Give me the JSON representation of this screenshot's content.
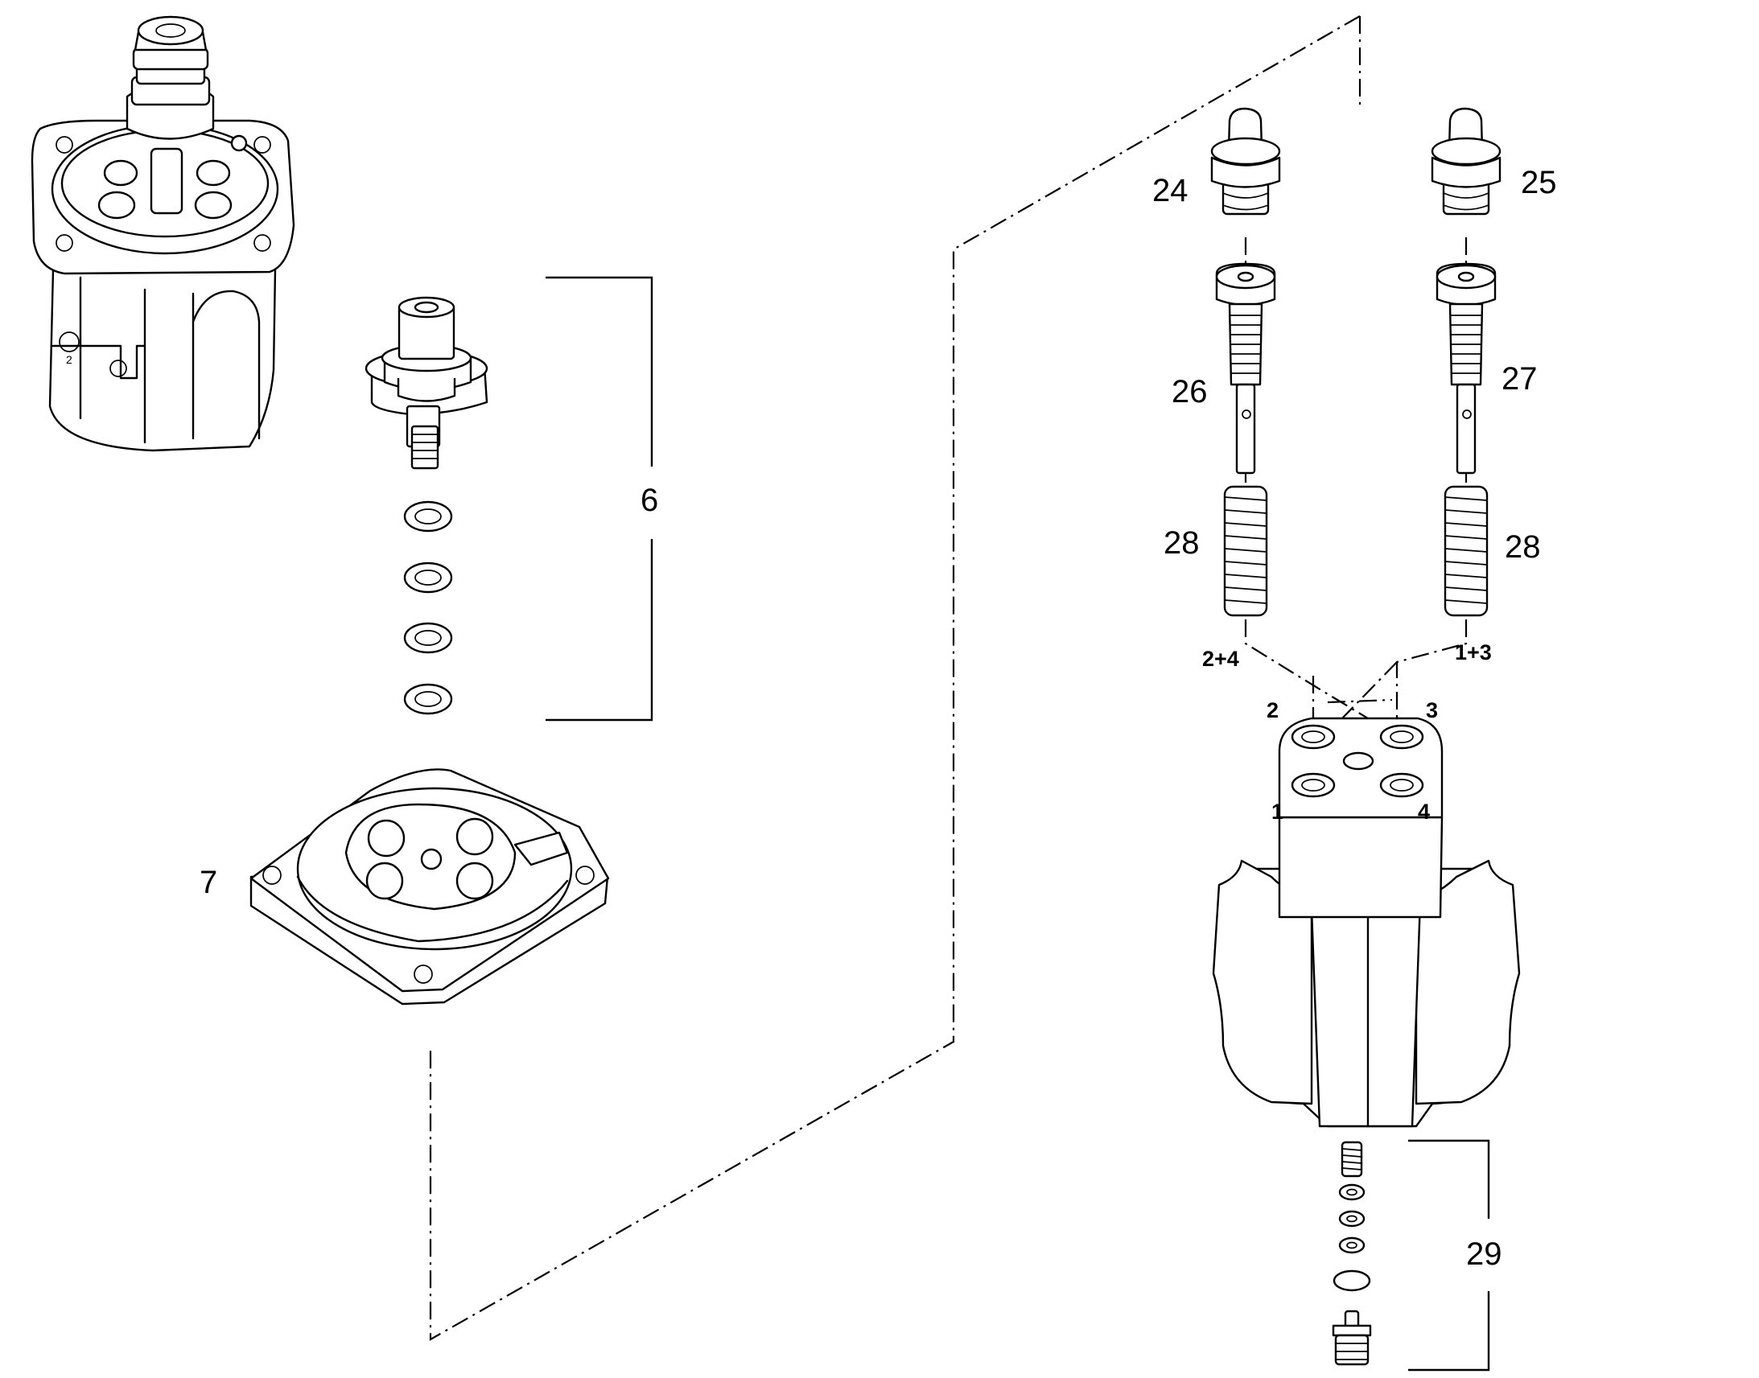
{
  "callouts": {
    "c6": "6",
    "c7": "7",
    "c24": "24",
    "c25": "25",
    "c26": "26",
    "c27": "27",
    "c28a": "28",
    "c28b": "28",
    "c29": "29"
  },
  "ports": {
    "p1": "1",
    "p2": "2",
    "p3": "3",
    "p4": "4",
    "group_left": "2+4",
    "group_right": "1+3"
  },
  "colors": {
    "line": "#000000",
    "background": "#ffffff"
  }
}
